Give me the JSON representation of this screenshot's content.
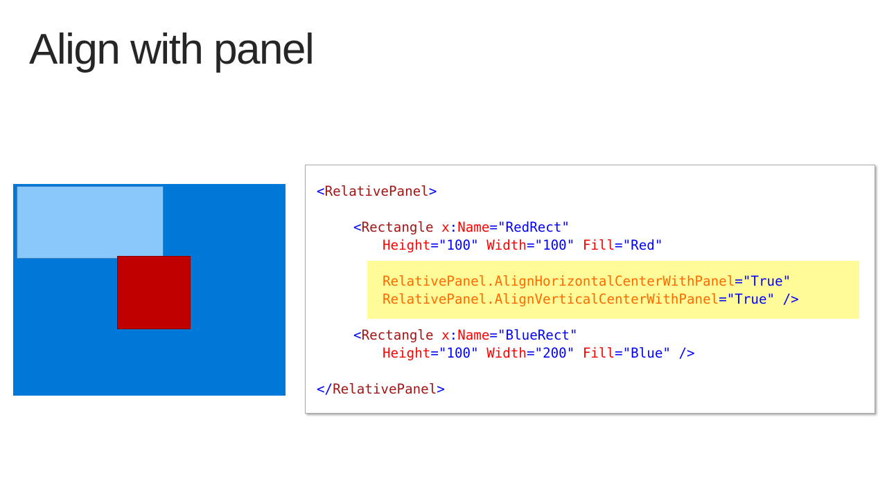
{
  "slide": {
    "title": "Align with panel"
  },
  "preview": {
    "container_color": "#0078d7",
    "blue_rect_color": "#8ac8fc",
    "red_rect_color": "#c00000"
  },
  "code": {
    "highlight_color": "#fffb99",
    "line1": {
      "open_bracket": "<",
      "tag": "RelativePanel",
      "close_bracket": ">"
    },
    "line2": {
      "open_bracket": "<",
      "tag": "Rectangle",
      "attr_prefix": " x",
      "colon": ":",
      "attr_name": "Name",
      "equals": "=",
      "value": "\"RedRect\""
    },
    "line3": {
      "height_attr": "Height",
      "height_eq": "=",
      "height_val": "\"100\"",
      "width_attr": " Width",
      "width_eq": "=",
      "width_val": "\"100\"",
      "fill_attr": " Fill",
      "fill_eq": "=",
      "fill_val": "\"Red\""
    },
    "line4": {
      "attr": "RelativePanel.AlignHorizontalCenterWithPanel",
      "eq": "=",
      "val": "\"True\""
    },
    "line5": {
      "attr": "RelativePanel.AlignVerticalCenterWithPanel",
      "eq": "=",
      "val": "\"True\"",
      "close": " />"
    },
    "line6": {
      "open_bracket": "<",
      "tag": "Rectangle",
      "attr_prefix": " x",
      "colon": ":",
      "attr_name": "Name",
      "equals": "=",
      "value": "\"BlueRect\""
    },
    "line7": {
      "height_attr": "Height",
      "height_eq": "=",
      "height_val": "\"100\"",
      "width_attr": " Width",
      "width_eq": "=",
      "width_val": "\"200\"",
      "fill_attr": " Fill",
      "fill_eq": "=",
      "fill_val": "\"Blue\"",
      "close": " />"
    },
    "line8": {
      "open_bracket": "</",
      "tag": "RelativePanel",
      "close_bracket": ">"
    }
  }
}
